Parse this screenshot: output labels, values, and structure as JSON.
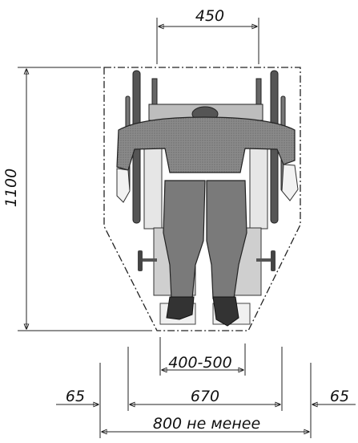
{
  "diagram": {
    "dimensions": {
      "width_top": "450",
      "height": "1100",
      "seat_width": "400-500",
      "left_margin": "65",
      "base_width": "670",
      "right_margin": "65",
      "total_width": "800 не менее"
    },
    "colors": {
      "line": "#222222",
      "clothing": "#7a7a7a",
      "clothing_dark": "#555555",
      "seat": "#cfcfcf",
      "backrest": "#bdbdbd",
      "skin": "#f2f2f2",
      "frame": "#444444"
    }
  }
}
